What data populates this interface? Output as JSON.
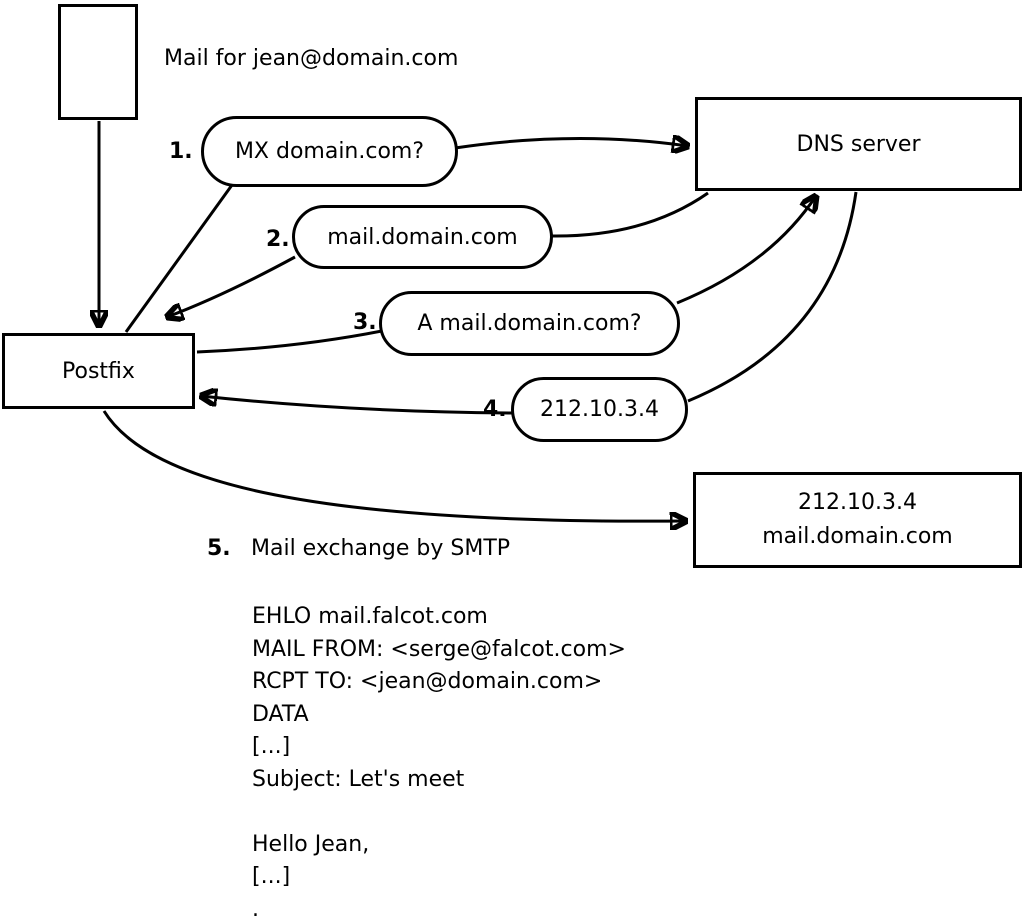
{
  "nodes": {
    "mail_label": "Mail for jean@domain.com",
    "postfix": "Postfix",
    "dns": "DNS server",
    "target_line1": "212.10.3.4",
    "target_line2": "mail.domain.com"
  },
  "steps": [
    {
      "num": "1.",
      "label": "MX domain.com?"
    },
    {
      "num": "2.",
      "label": "mail.domain.com"
    },
    {
      "num": "3.",
      "label": "A mail.domain.com?"
    },
    {
      "num": "4.",
      "label": "212.10.3.4"
    },
    {
      "num": "5.",
      "label": "Mail exchange by SMTP"
    }
  ],
  "smtp_session": [
    "EHLO mail.falcot.com",
    "MAIL FROM: <serge@falcot.com>",
    "RCPT TO: <jean@domain.com>",
    "DATA",
    "[...]",
    "Subject: Let's meet",
    "",
    "Hello Jean,",
    "[...]",
    "."
  ],
  "colors": {
    "line": "#000000",
    "background": "#ffffff"
  }
}
